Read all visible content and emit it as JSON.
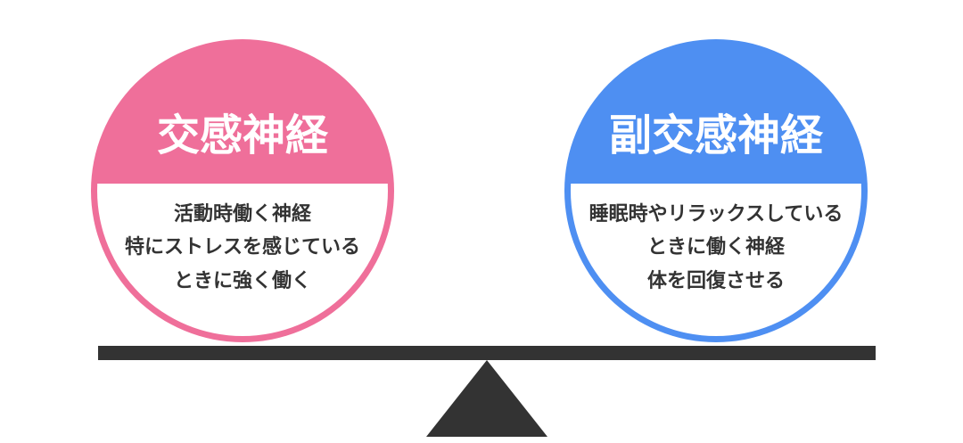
{
  "colors": {
    "sympathetic": "#ef6f9a",
    "parasympathetic": "#4e8ff2",
    "scale": "#333333"
  },
  "left": {
    "title": "交感神経",
    "lines": [
      "活動時働く神経",
      "特にストレスを感じている",
      "ときに強く働く"
    ]
  },
  "right": {
    "title": "副交感神経",
    "lines": [
      "睡眠時やリラックスしている",
      "ときに働く神経",
      "体を回復させる"
    ]
  }
}
